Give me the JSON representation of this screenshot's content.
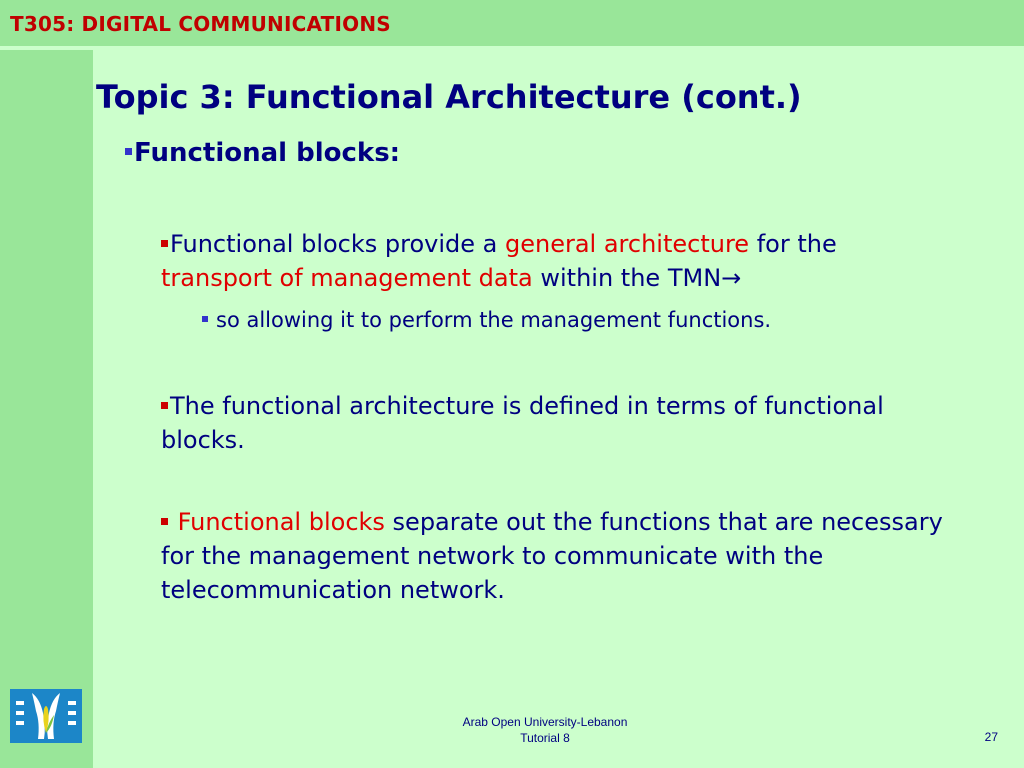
{
  "header": {
    "course_title": "T305: DIGITAL COMMUNICATIONS"
  },
  "slide": {
    "title": "Topic 3: Functional Architecture (cont.)",
    "sub_heading": "Functional blocks:",
    "p1": {
      "a": "Functional blocks provide a ",
      "b": "general architecture",
      "c": " for the ",
      "d": "transport of management data",
      "e": " within the TMN",
      "arrow": "→"
    },
    "sub_bullet": "so allowing it to perform the management functions.",
    "p2": "The functional architecture is defined in terms of functional blocks.",
    "p3": {
      "a": "Functional blocks",
      "b": " separate out the functions that are necessary for the management network to communicate with the telecommunication network."
    }
  },
  "footer": {
    "line1": "Arab Open University-Lebanon",
    "line2": "Tutorial 8",
    "page_number": "27"
  },
  "logo": {
    "icon": "arab-open-university-logo-icon",
    "color": "#1C86C8"
  },
  "colors": {
    "background": "#CCFFCC",
    "bars": "#99E699",
    "text": "#000080",
    "highlight": "#E00000",
    "course_title": "#C00000"
  }
}
